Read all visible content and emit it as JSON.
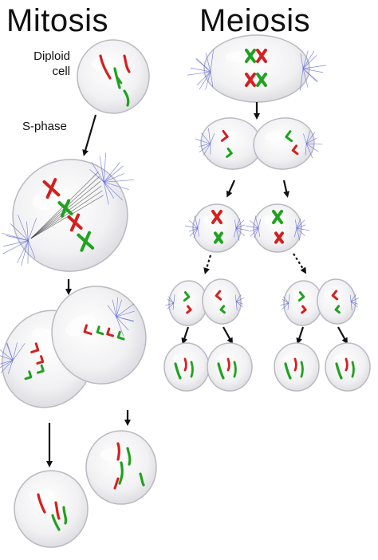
{
  "headings": {
    "mitosis": "Mitosis",
    "meiosis": "Meiosis"
  },
  "labels": {
    "diploid_line1": "Diploid",
    "diploid_line2": "cell",
    "s_phase": "S-phase"
  },
  "colors": {
    "chromosome_red": "#d42020",
    "chromosome_green": "#1fa21f",
    "spindle_blue": "#5a63d6",
    "cell_fill": "#eeeeef",
    "cell_edge": "#b9b9c2",
    "arrow": "#111111"
  }
}
